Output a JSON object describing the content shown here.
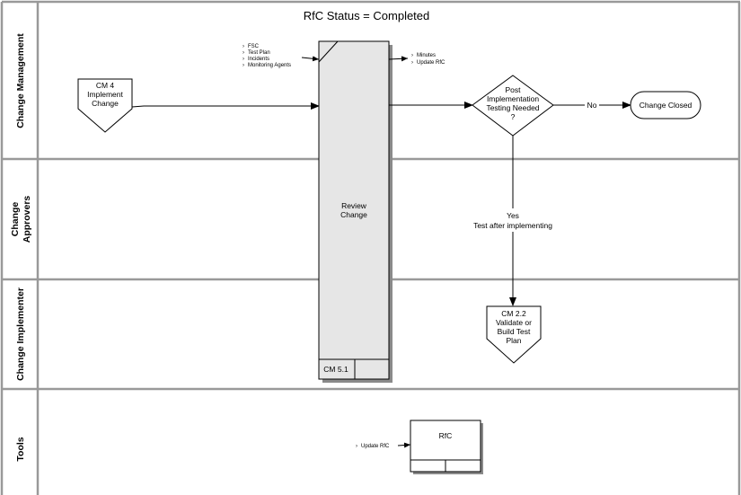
{
  "title": "RfC Status = Completed",
  "lanes": [
    {
      "label": "Change Management"
    },
    {
      "label_line1": "Change",
      "label_line2": "Approvers"
    },
    {
      "label": "Change Implementer"
    },
    {
      "label": "Tools"
    }
  ],
  "nodes": {
    "cm4": {
      "lines": [
        "CM 4",
        "Implement",
        "Change"
      ]
    },
    "review": {
      "lines": [
        "Review",
        "Change"
      ],
      "id_label": "CM 5.1"
    },
    "decision": {
      "lines": [
        "Post",
        "Implementation",
        "Testing Needed",
        "?"
      ]
    },
    "closed": {
      "label": "Change Closed"
    },
    "cm22": {
      "lines": [
        "CM 2.2",
        "Validate or",
        "Build Test",
        "Plan"
      ]
    },
    "rfc": {
      "label": "RfC"
    }
  },
  "inputs": [
    "FSC",
    "Test Plan",
    "Incidents",
    "Monitoring Agents"
  ],
  "outputs": [
    "Minutes",
    "Update RfC"
  ],
  "tool_inputs": [
    "Update RfC"
  ],
  "edges": {
    "no_label": "No",
    "yes_label": "Yes",
    "yes_sublabel": "Test after implementing"
  },
  "colors": {
    "lane_border": "#999999",
    "process_fill": "#e6e6e6",
    "shadow": "#8a8a8a"
  }
}
